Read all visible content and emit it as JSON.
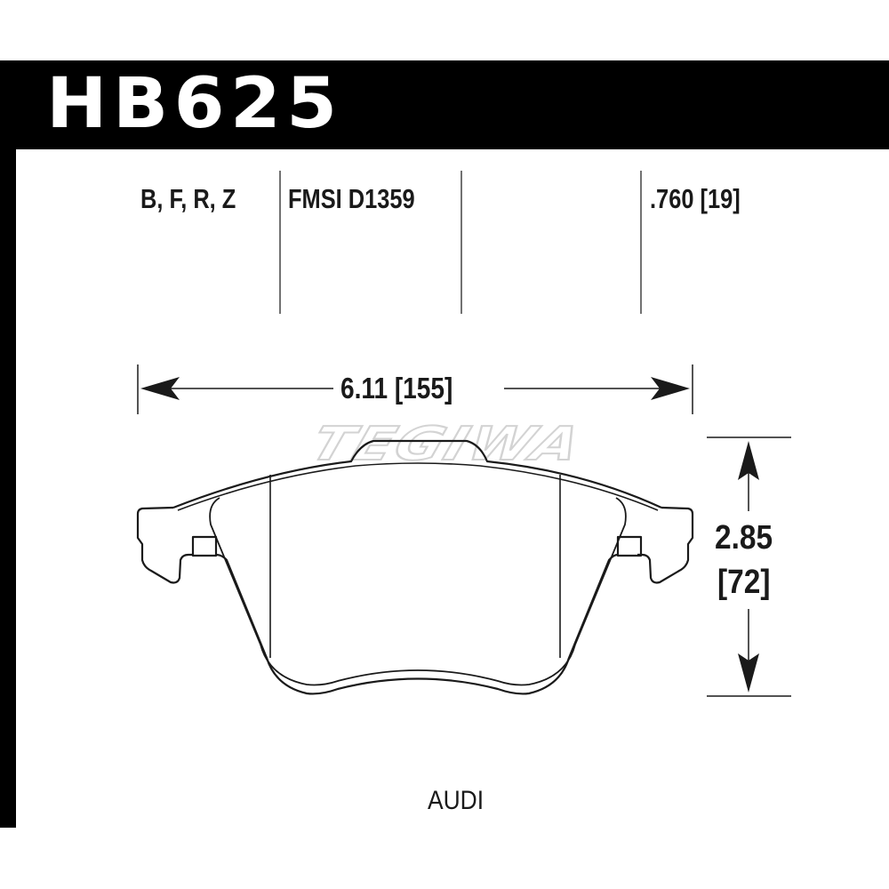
{
  "header": {
    "part_number": "HB625"
  },
  "specs": {
    "compounds": "B, F, R, Z",
    "fmsi": "FMSI D1359",
    "thickness": ".760 [19]"
  },
  "dimensions": {
    "width": "6.11 [155]",
    "height_in": "2.85",
    "height_mm": "[72]"
  },
  "vehicle_make": "AUDI",
  "watermark": "TEGIWA",
  "colors": {
    "frame": "#000000",
    "line": "#1a1a1a",
    "background": "#ffffff",
    "watermark_stroke": "#cfcfcf"
  }
}
